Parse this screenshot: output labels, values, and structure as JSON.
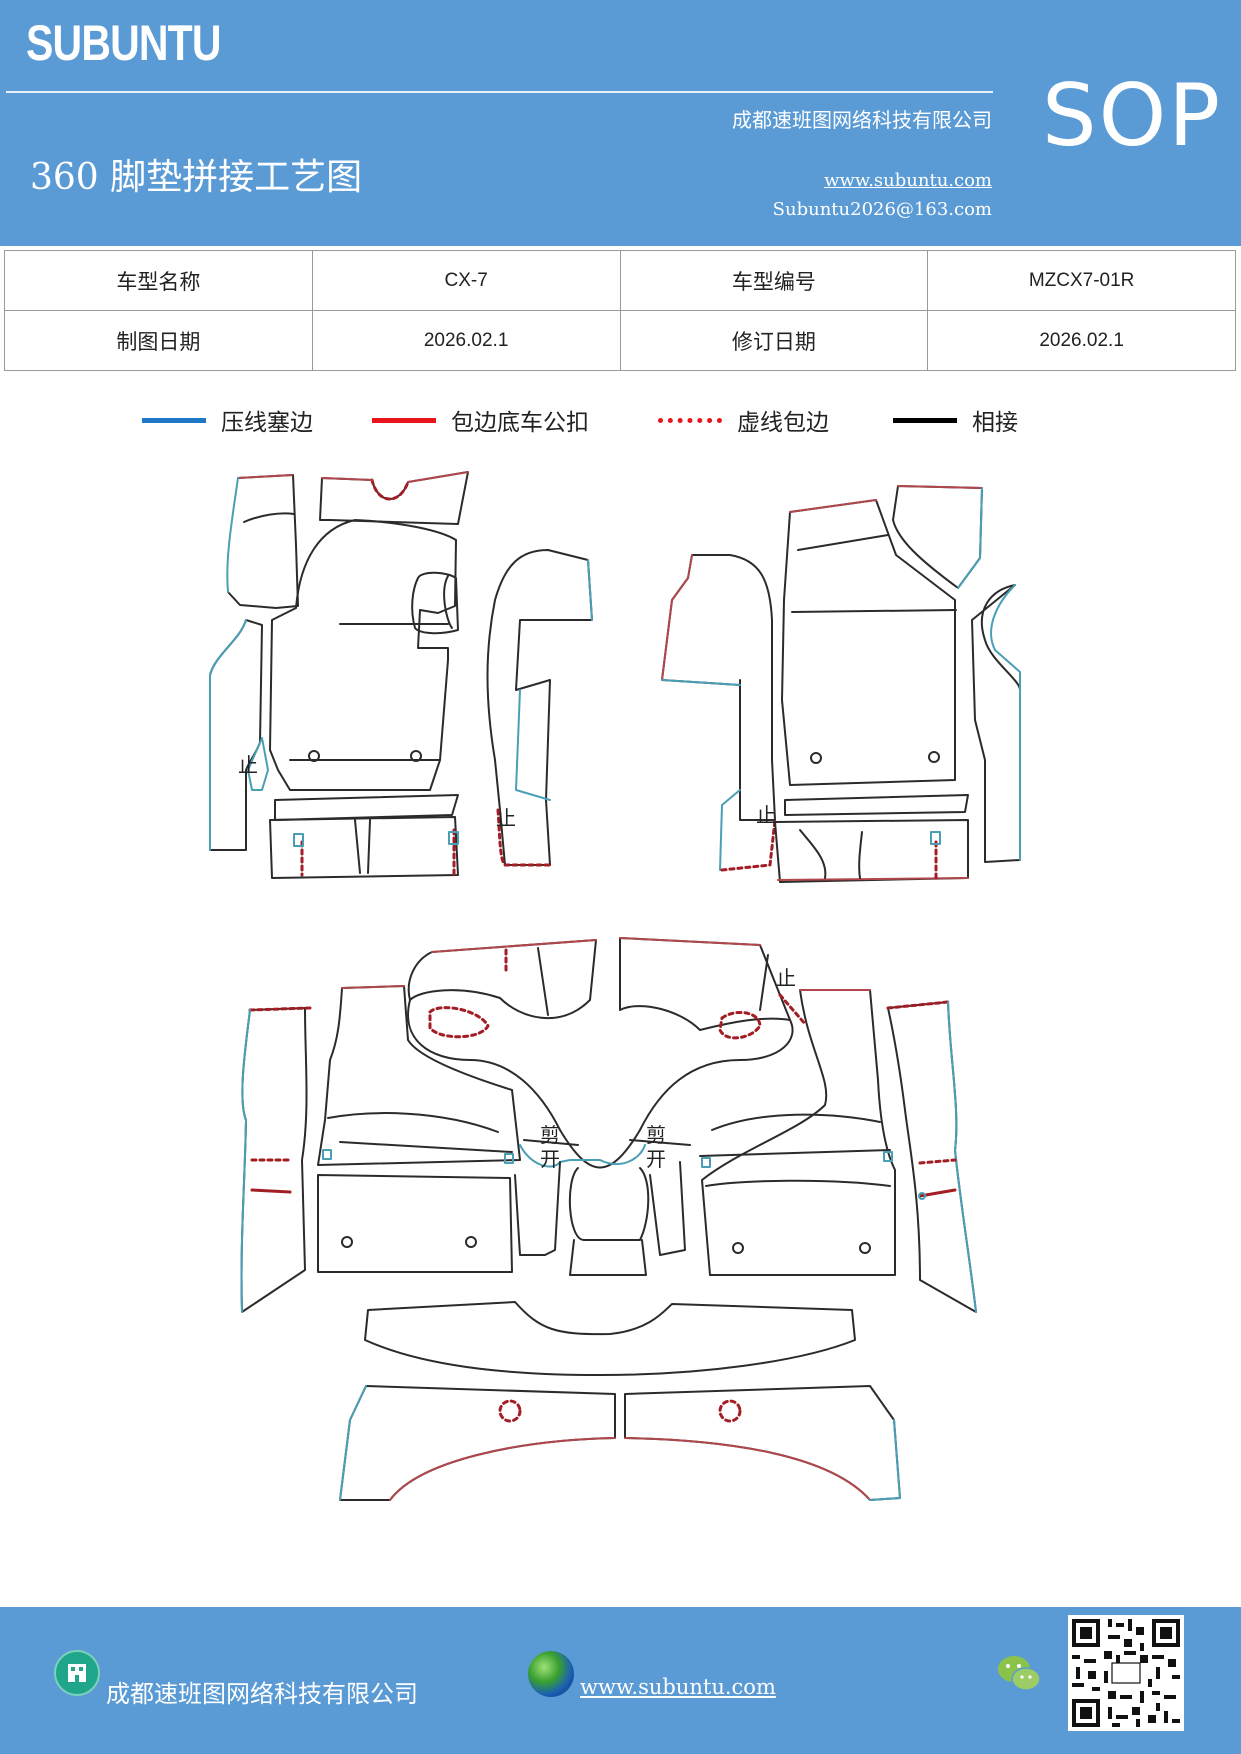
{
  "header": {
    "logo": "SUBUNTU",
    "company": "成都速班图网络科技有限公司",
    "title": "360 脚垫拼接工艺图",
    "website": "www.subuntu.com",
    "email": "Subuntu2026@163.com",
    "badge": "SOP"
  },
  "info": {
    "model_name_label": "车型名称",
    "model_name": "CX-7",
    "model_code_label": "车型编号",
    "model_code": "MZCX7-01R",
    "draw_date_label": "制图日期",
    "draw_date": "2026.02.1",
    "revise_date_label": "修订日期",
    "revise_date": "2026.02.1"
  },
  "legend": [
    {
      "label": "压线塞边",
      "color": "#1f77c6",
      "style": "solid"
    },
    {
      "label": "包边底车公扣",
      "color": "#e8141c",
      "style": "solid"
    },
    {
      "label": "虚线包边",
      "color": "#e8141c",
      "style": "dotted"
    },
    {
      "label": "相接",
      "color": "#000000",
      "style": "solid"
    }
  ],
  "diagram": {
    "mark_stop": "止",
    "mark_cut_1": "剪",
    "mark_cut_2": "开"
  },
  "footer": {
    "company": "成都速班图网络科技有限公司",
    "website": "www.subuntu.com "
  },
  "colors": {
    "brand": "#5b9bd5",
    "press_line": "#4a9fb5",
    "edge_red": "#b0474c",
    "dashed_red": "#a31e24",
    "outline": "#2b2b2b"
  }
}
